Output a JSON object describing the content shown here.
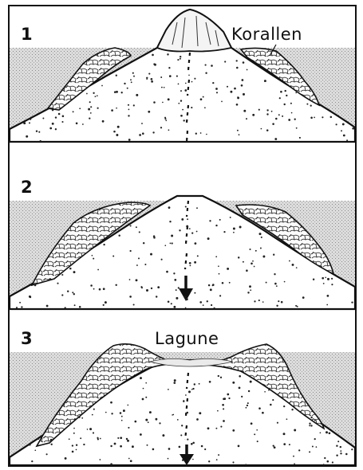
{
  "figure": {
    "panels": [
      {
        "number": "1",
        "label": "Korallen"
      },
      {
        "number": "2",
        "label": ""
      },
      {
        "number": "3",
        "label": "Lagune"
      }
    ],
    "colors": {
      "ink": "#111111",
      "water": "#d9d9d9",
      "paper": "#ffffff"
    },
    "icons": [
      "subsidence-arrow-icon"
    ]
  }
}
